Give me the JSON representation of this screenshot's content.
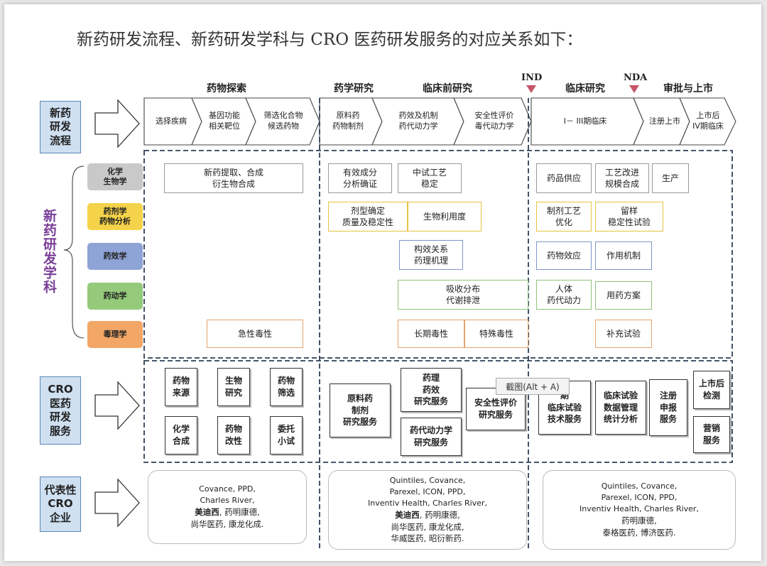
{
  "title": "新药研发流程、新药研发学科与 CRO 医药研发服务的对应关系如下：",
  "phases": {
    "explore": "药物探索",
    "cmc": "药学研究",
    "preclinical": "临床前研究",
    "clinical": "临床研究",
    "approval": "审批与上市"
  },
  "milestones": {
    "ind": "IND",
    "nda": "NDA"
  },
  "row_labels": {
    "process": [
      "新药",
      "研发",
      "流程"
    ],
    "cro": [
      "CRO",
      "医药",
      "研发",
      "服务"
    ],
    "enterprise": [
      "代表性",
      "CRO",
      "企业"
    ],
    "disciplines": "新药研发学科"
  },
  "process_steps": [
    [
      "选择疾病"
    ],
    [
      "基因功能",
      "相关靶位"
    ],
    [
      "筛选化合物",
      "候选药物"
    ],
    [
      "原料药",
      "药物制剂"
    ],
    [
      "药效及机制",
      "药代动力学"
    ],
    [
      "安全性评价",
      "毒代动力学"
    ],
    [
      "I－ III期临床"
    ],
    [
      "注册上市"
    ],
    [
      "上市后",
      "IV期临床"
    ]
  ],
  "subjects": [
    {
      "lines": [
        "化学",
        "生物学"
      ],
      "color": "#c9c9c9"
    },
    {
      "lines": [
        "药剂学",
        "药物分析"
      ],
      "color": "#f4d34a"
    },
    {
      "lines": [
        "药效学"
      ],
      "color": "#8ea3d6"
    },
    {
      "lines": [
        "药动学"
      ],
      "color": "#94ca7a"
    },
    {
      "lines": [
        "毒理学"
      ],
      "color": "#f2a766"
    }
  ],
  "discipline_boxes": {
    "chem_extract": [
      "新药提取、合成",
      "衍生物合成"
    ],
    "chem_active": [
      "有效成分",
      "分析确证"
    ],
    "chem_pilot": [
      "中试工艺",
      "稳定"
    ],
    "chem_supply": [
      "药品供应"
    ],
    "chem_process": [
      "工艺改进",
      "规模合成"
    ],
    "chem_production": [
      "生产"
    ],
    "pharm_dosage": [
      "剂型确定",
      "质量及稳定性"
    ],
    "pharm_bio": [
      "生物利用度"
    ],
    "pharm_formula": [
      "制剂工艺",
      "优化"
    ],
    "pharm_retain": [
      "留样",
      "稳定性试验"
    ],
    "pd_sar": [
      "构效关系",
      "药理机理"
    ],
    "pd_effect": [
      "药物效应"
    ],
    "pd_mech": [
      "作用机制"
    ],
    "pk_adme": [
      "吸收分布",
      "代谢排泄"
    ],
    "pk_human": [
      "人体",
      "药代动力"
    ],
    "pk_dosing": [
      "用药方案"
    ],
    "tox_acute": [
      "急性毒性"
    ],
    "tox_long": [
      "长期毒性"
    ],
    "tox_special": [
      "特殊毒性"
    ],
    "tox_supp": [
      "补充试验"
    ]
  },
  "cro_services": {
    "source": [
      "药物",
      "来源"
    ],
    "bio": [
      "生物",
      "研究"
    ],
    "screen": [
      "药物",
      "筛选"
    ],
    "chemsyn": [
      "化学",
      "合成"
    ],
    "modify": [
      "药物",
      "改性"
    ],
    "trial": [
      "委托",
      "小试"
    ],
    "api": [
      "原料药",
      "制剂",
      "研究服务"
    ],
    "pharmacology": [
      "药理",
      "药效",
      "研究服务"
    ],
    "pkservice": [
      "药代动力学",
      "研究服务"
    ],
    "safety": [
      "安全性评价",
      "研究服务"
    ],
    "clinical_tech": [
      "期",
      "临床试验",
      "技术服务"
    ],
    "clinical_data": [
      "临床试验",
      "数据管理",
      "统计分析"
    ],
    "registration": [
      "注册",
      "申报",
      "服务"
    ],
    "postmarket": [
      "上市后",
      "检测"
    ],
    "marketing": [
      "营销",
      "服务"
    ]
  },
  "tooltip": "截图(Alt + A)",
  "enterprises": [
    {
      "latin": [
        "Covance, PPD,",
        "Charles River,"
      ],
      "cn_bold": "美迪西",
      "cn_rest": ", 药明康德,",
      "cn_lines": [
        "尚华医药, 康龙化成."
      ]
    },
    {
      "latin": [
        "Quintiles, Covance,",
        "Parexel, ICON, PPD,",
        "Inventiv Health, Charles River,"
      ],
      "cn_bold": "美迪西",
      "cn_rest": ", 药明康德,",
      "cn_lines": [
        "尚华医药, 康龙化成,",
        "华威医药, 昭衍新药."
      ]
    },
    {
      "latin": [
        "Quintiles, Covance,",
        "Parexel, ICON, PPD,",
        "Inventiv Health, Charles River,"
      ],
      "cn_bold": "",
      "cn_rest": "",
      "cn_lines": [
        "药明康德,",
        "泰格医药, 博济医药."
      ]
    }
  ]
}
